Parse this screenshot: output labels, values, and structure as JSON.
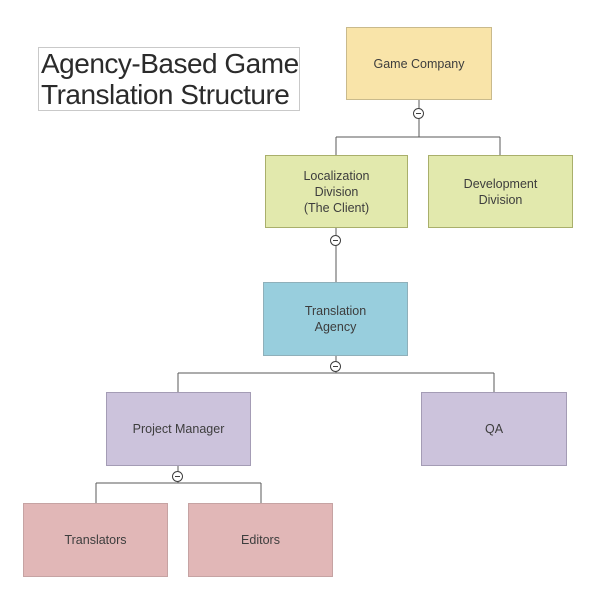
{
  "diagram": {
    "title": "Agency-Based Game\nTranslation Structure",
    "type": "org-chart",
    "nodes": [
      {
        "id": "game-company",
        "label": "Game Company",
        "fill": "#f9e4a9",
        "border": "#c9ba8c",
        "parent": null
      },
      {
        "id": "localization",
        "label": "Localization\nDivision\n(The Client)",
        "fill": "#e2e9ad",
        "border": "#a9af6b",
        "parent": "game-company"
      },
      {
        "id": "development",
        "label": "Development\nDivision",
        "fill": "#e2e9ad",
        "border": "#a9af6b",
        "parent": "game-company"
      },
      {
        "id": "translation-agency",
        "label": "Translation\nAgency",
        "fill": "#98cedd",
        "border": "#8fb0ba",
        "parent": "localization"
      },
      {
        "id": "project-manager",
        "label": "Project Manager",
        "fill": "#ccc3dc",
        "border": "#a49cb5",
        "parent": "translation-agency"
      },
      {
        "id": "qa",
        "label": "QA",
        "fill": "#ccc3dc",
        "border": "#a49cb5",
        "parent": "translation-agency"
      },
      {
        "id": "translators",
        "label": "Translators",
        "fill": "#e1b7b7",
        "border": "#c6a3a3",
        "parent": "project-manager"
      },
      {
        "id": "editors",
        "label": "Editors",
        "fill": "#e1b7b7",
        "border": "#c6a3a3",
        "parent": "project-manager"
      }
    ],
    "collapse_icon": "minus-in-circle",
    "collapsed_state": "expanded",
    "connector_color": "#5a5a5a",
    "title_text_color": "#2b2b2b",
    "node_text_color": "#3d3d3d"
  }
}
